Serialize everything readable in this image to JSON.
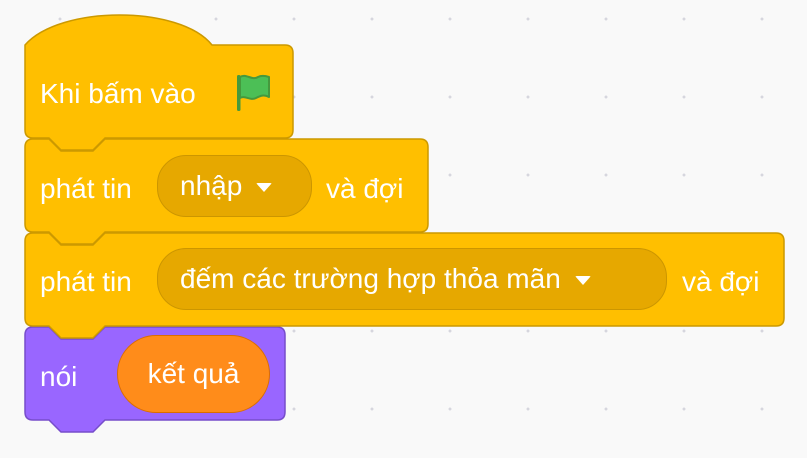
{
  "workspace": {
    "script": {
      "hat_block": {
        "label": "Khi bấm vào",
        "icon": "green-flag-icon",
        "color": "#ffbf00"
      },
      "broadcast_block_1": {
        "label": "phát tin",
        "message": "nhập",
        "suffix": "và đợi",
        "color": "#ffbf00"
      },
      "broadcast_block_2": {
        "label": "phát tin",
        "message": "đếm các trường hợp thỏa mãn",
        "suffix": "và đợi",
        "color": "#ffbf00"
      },
      "say_block": {
        "label": "nói",
        "value": "kết quả",
        "color": "#9966ff",
        "reporter_color": "#ff8c1a"
      }
    }
  }
}
